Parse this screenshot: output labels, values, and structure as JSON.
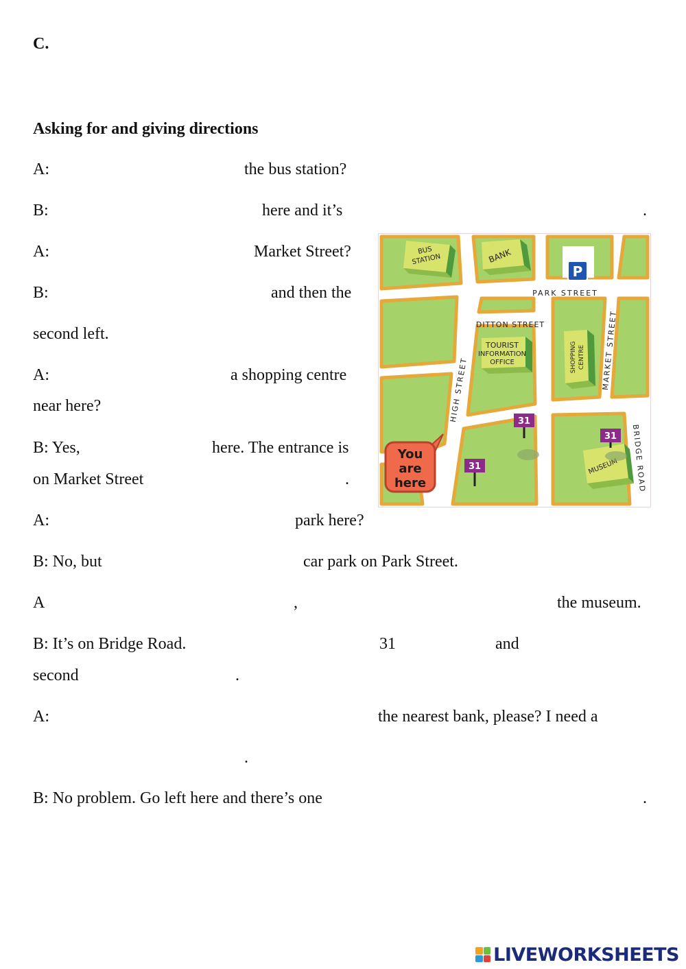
{
  "section_label": "C.",
  "title": "Asking for and giving directions",
  "lines": {
    "l1_speaker": "A:",
    "l1_t1": "the bus station?",
    "l2_speaker": "B:",
    "l2_t1": "here and it’s",
    "l2_end": ".",
    "l3_speaker": "A:",
    "l3_t1": "Market Street?",
    "l4_speaker": "B:",
    "l4_t1": "and then the",
    "l5_t1": "second left.",
    "l6_speaker": "A:",
    "l6_t1": "a shopping centre",
    "l7_t1": "near here?",
    "l8_speaker": "B: Yes,",
    "l8_t1": "here. The entrance is",
    "l9_t1": "on Market Street",
    "l9_end": ".",
    "l10_speaker": "A:",
    "l10_t1": "park here?",
    "l11_speaker": "B: No, but",
    "l11_t1": "car park on Park Street.",
    "l12_speaker": "A",
    "l12_comma": ",",
    "l12_t1": "the museum.",
    "l13_speaker": "B: It’s on Bridge Road.",
    "l13_num": "31",
    "l13_and": "and",
    "l14_t1": "second",
    "l14_end": ".",
    "l15_speaker": "A:",
    "l15_t1": "the nearest bank, please? I need a",
    "l16_end": ".",
    "l17_speaker": "B: No problem. Go left here and there’s one",
    "l17_end": "."
  },
  "map": {
    "bus_station_l1": "BUS",
    "bus_station_l2": "STATION",
    "bank": "BANK",
    "parking_sign": "P",
    "park_street": "PARK STREET",
    "ditton_street": "DITTON STREET",
    "tourist_l1": "TOURIST",
    "tourist_l2": "INFORMATION",
    "tourist_l3": "OFFICE",
    "shopping_l1": "SHOPPING",
    "shopping_l2": "CENTRE",
    "market_street": "MARKET STREET",
    "high_street": "HIGH STREET",
    "bridge_road": "BRIDGE ROAD",
    "museum": "MUSEUM",
    "bus_stop_number": "31",
    "you_are_here_l1": "You",
    "you_are_here_l2": "are",
    "you_are_here_l3": "here"
  },
  "footer": {
    "brand": "LIVEWORKSHEETS"
  },
  "colors": {
    "block_green": "#a6d26a",
    "block_border": "#e4a93a",
    "road": "#ffffff",
    "building_front": "#d8e36c",
    "building_side": "#4f9a3c",
    "parking_blue": "#1e55b0",
    "bus_stop_purple": "#8d2b8a",
    "you_are_here": "#ee6a4b",
    "brand_navy": "#1c2b78"
  }
}
